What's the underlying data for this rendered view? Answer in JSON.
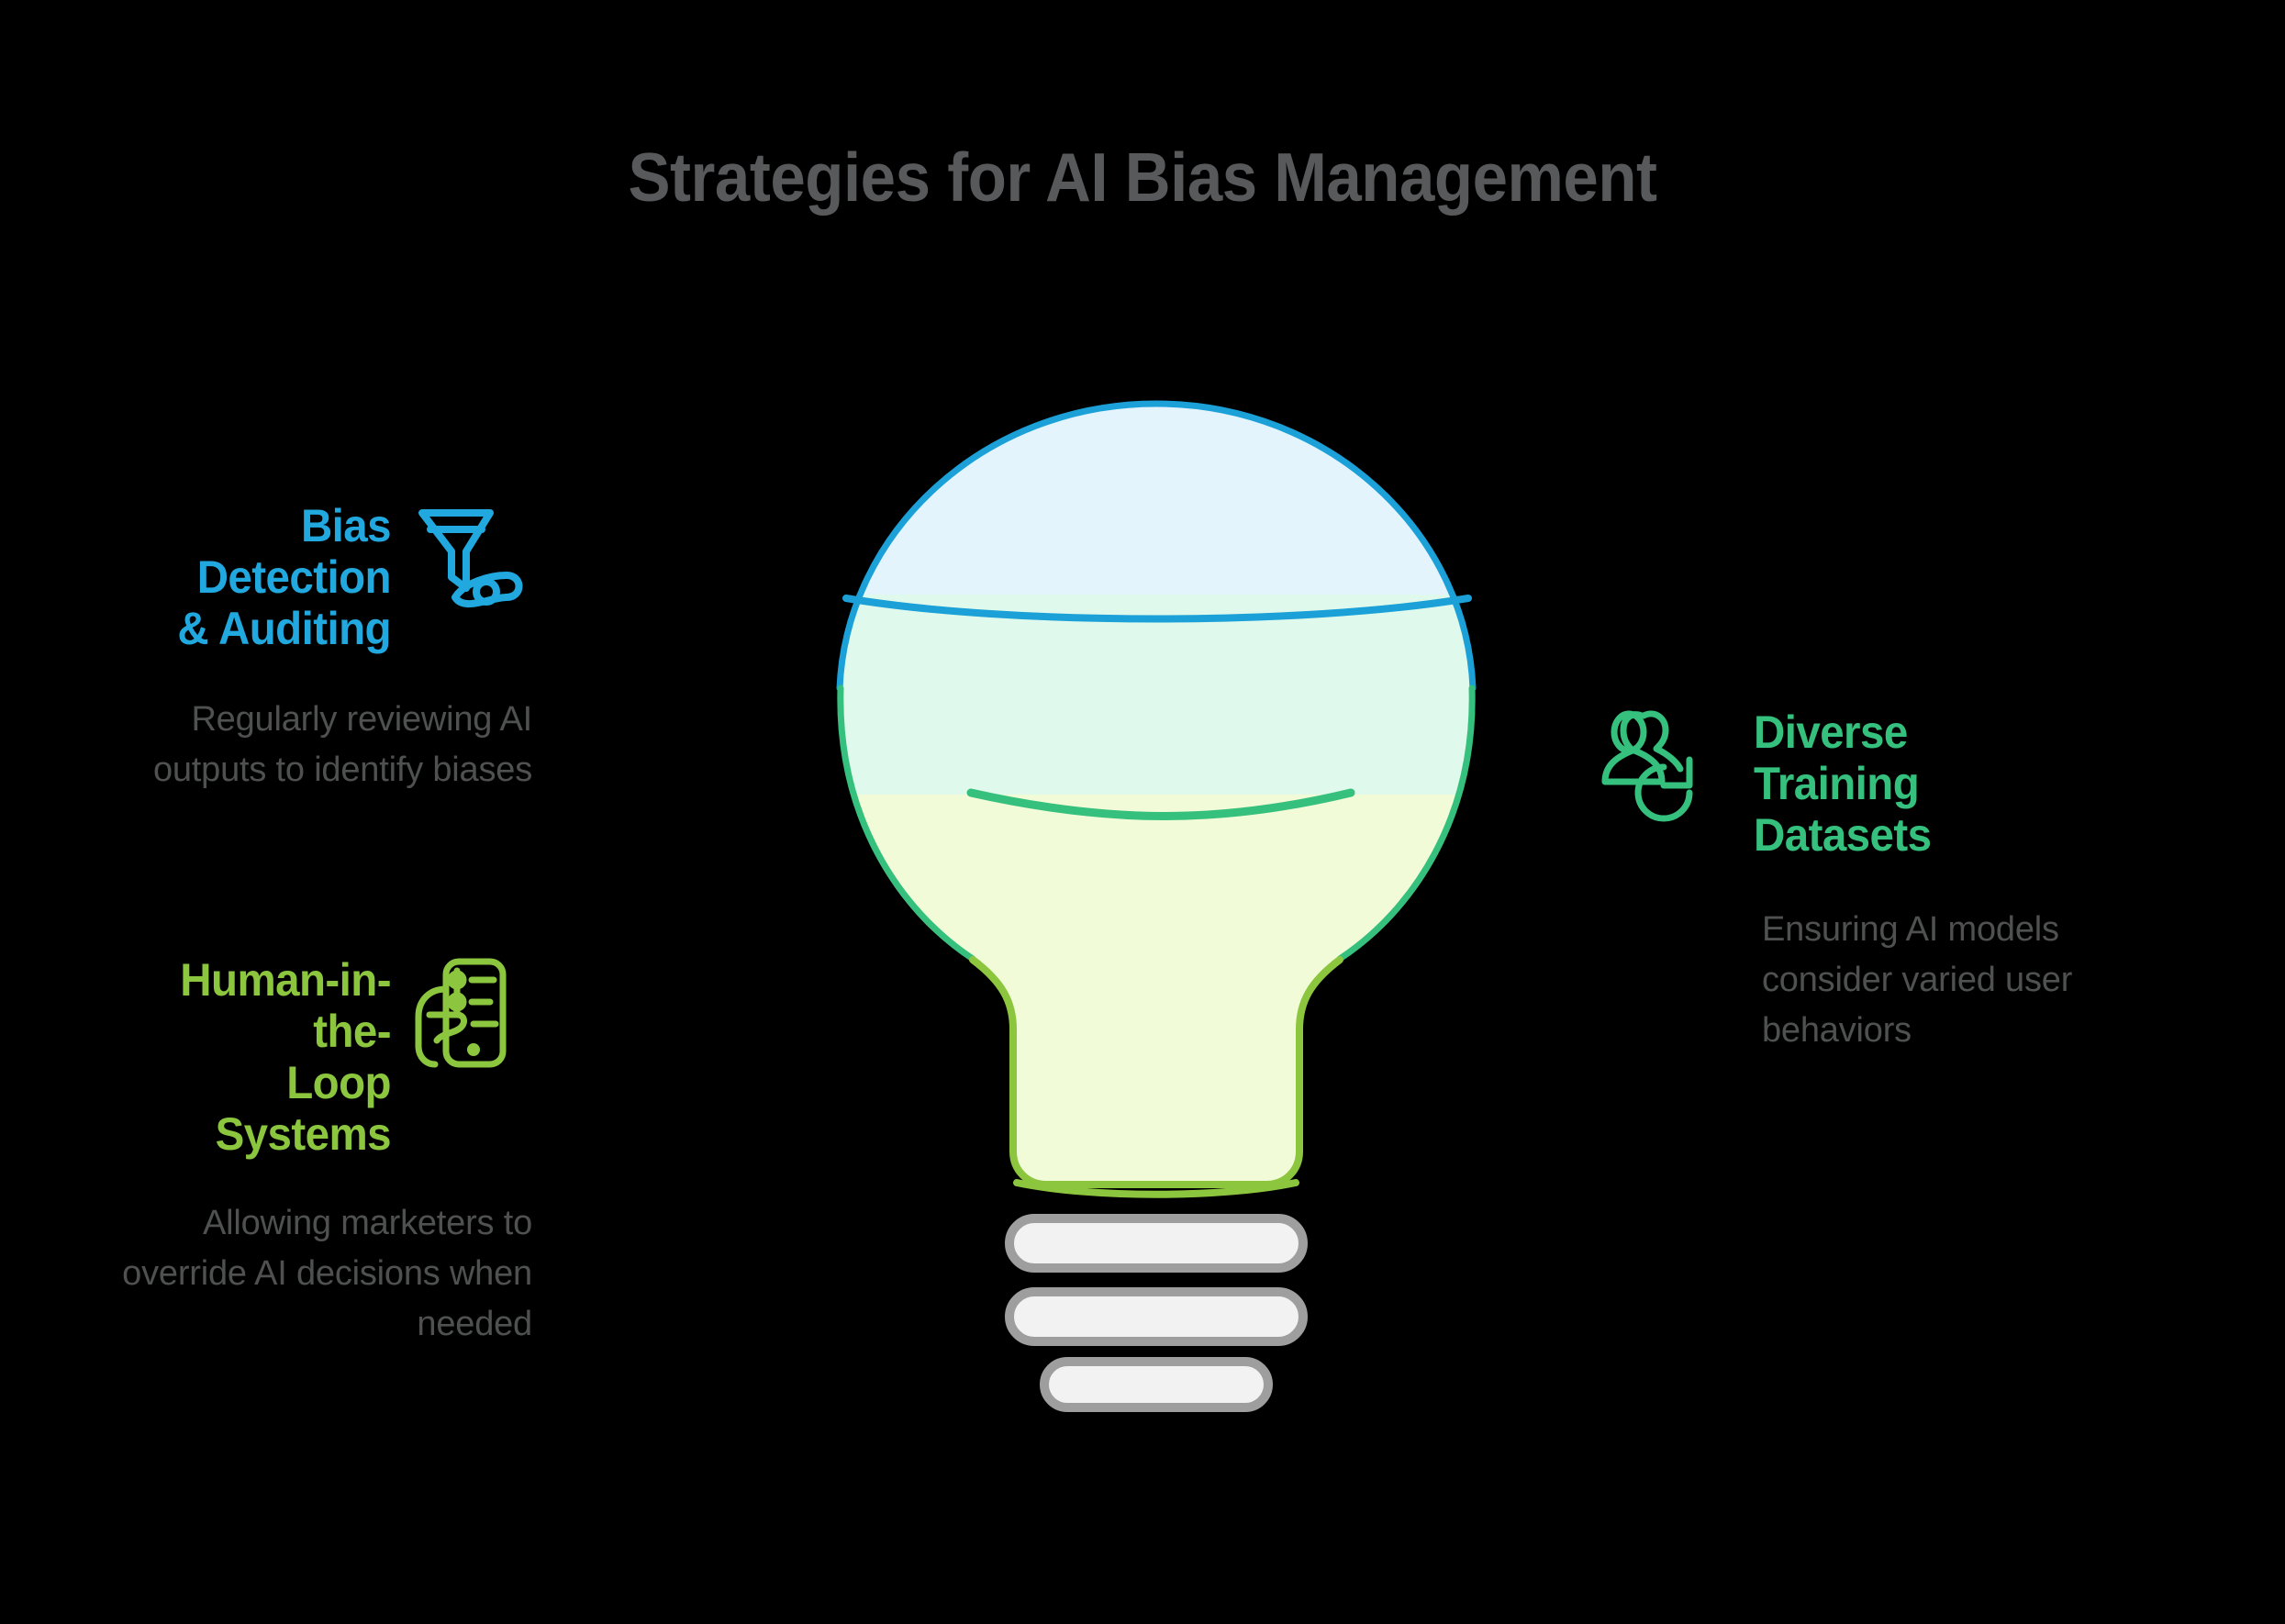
{
  "title": "Strategies for AI Bias Management",
  "colors": {
    "background": "#000000",
    "title_gray": "#57595a",
    "body_gray": "#4f5150",
    "blue": "#21a8de",
    "green": "#35c07d",
    "lime": "#8cc63f",
    "bulb_band_top": "#e3f4fd",
    "bulb_band_mid": "#dffaec",
    "bulb_band_bottom": "#f2fbd7",
    "bulb_base_fill": "#f2f2f3",
    "bulb_base_stroke": "#9a9a9a"
  },
  "cards": [
    {
      "id": "bias-detection",
      "heading": "Bias Detection & Auditing",
      "heading_lines": [
        "Bias Detection",
        "& Auditing"
      ],
      "body": "Regularly reviewing AI outputs to identify biases",
      "color": "#21a8de",
      "icon": "funnel-eye-icon",
      "align": "right"
    },
    {
      "id": "human-in-the-loop",
      "heading": "Human-in-the-Loop Systems",
      "heading_lines": [
        "Human-in-the-",
        "Loop Systems"
      ],
      "body": "Allowing marketers to override AI decisions when needed",
      "color": "#8cc63f",
      "icon": "hand-phone-icon",
      "align": "right"
    },
    {
      "id": "diverse-training-datasets",
      "heading": "Diverse Training Datasets",
      "heading_lines": [
        "Diverse",
        "Training",
        "Datasets"
      ],
      "body": "Ensuring AI models consider varied user behaviors",
      "color": "#35c07d",
      "icon": "users-refresh-icon",
      "align": "left"
    }
  ],
  "central_graphic": {
    "name": "lightbulb-illustration",
    "bands": [
      {
        "label": "top",
        "fill": "#e3f4fd",
        "stroke": "#1ba0d8"
      },
      {
        "label": "middle",
        "fill": "#dffaec",
        "stroke": "#35c07d"
      },
      {
        "label": "bottom",
        "fill": "#f2fbd7",
        "stroke": "#8cc63f"
      }
    ],
    "base_rings": 3
  }
}
